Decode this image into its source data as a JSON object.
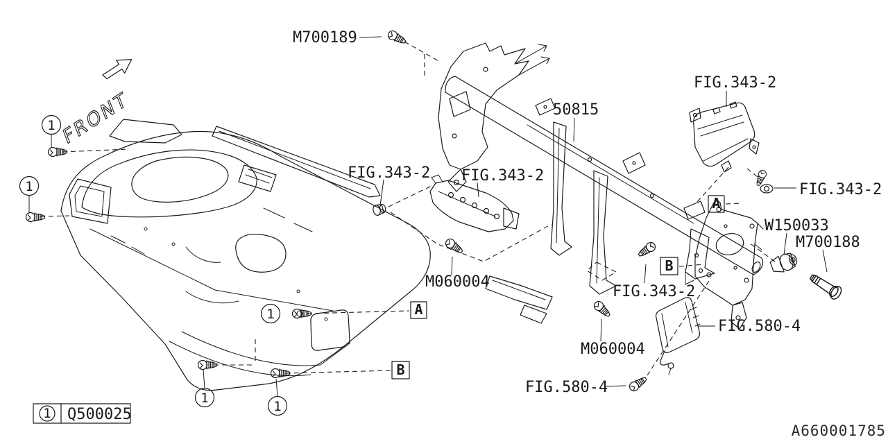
{
  "diagram": {
    "front_label": "FRONT",
    "doc_number": "A660001785",
    "item_1": "1",
    "callout_a": "A",
    "callout_b": "B",
    "legend": {
      "index": "1",
      "part_number": "Q500025"
    },
    "labels": {
      "m700189": "M700189",
      "beam_50815": "50815",
      "fig343_airbag": "FIG.343-2",
      "fig343_grommet_right": "FIG.343-2",
      "fig343_grommet_left": "FIG.343-2",
      "fig343_knee_bracket": "FIG.343-2",
      "fig343_screw": "FIG.343-2",
      "m060004_left": "M060004",
      "m060004_right": "M060004",
      "w150033": "W150033",
      "m700188": "M700188",
      "fig580_ecu": "FIG.580-4",
      "fig580_screw": "FIG.580-4"
    }
  }
}
